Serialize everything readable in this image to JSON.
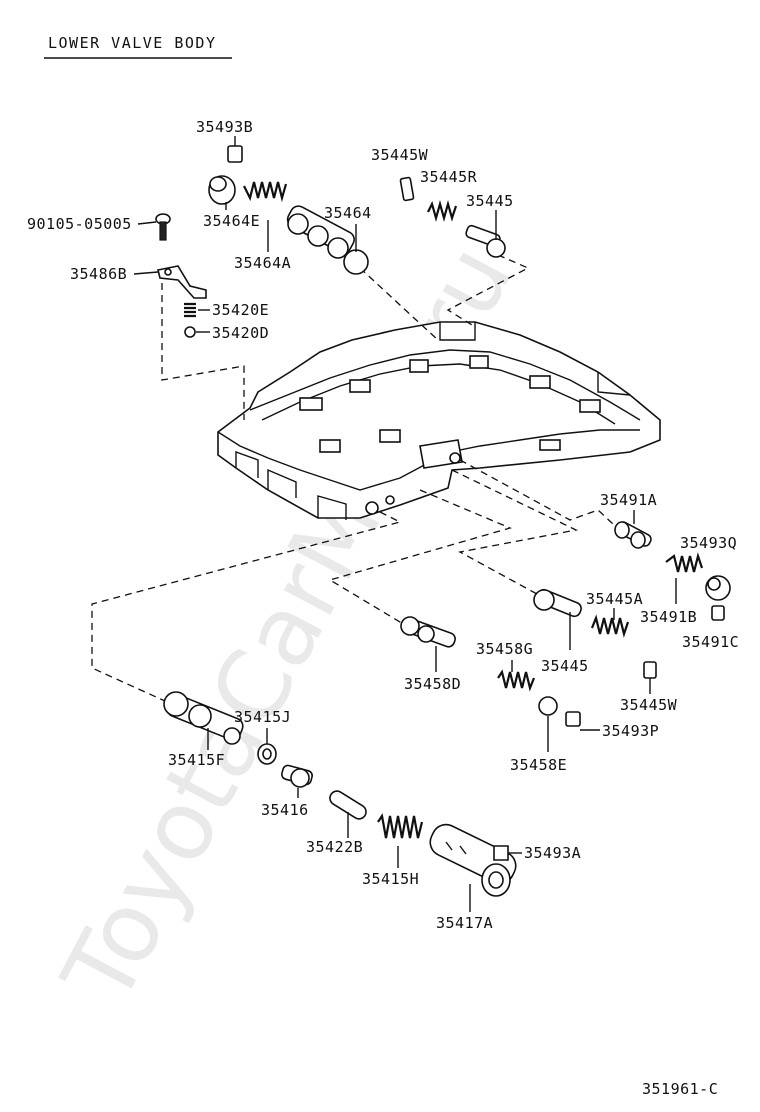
{
  "title": "LOWER VALVE BODY",
  "figure_code": "351961-C",
  "watermark": "ToyotaCarMine.ru",
  "labels": {
    "p35493B": "35493B",
    "p35464E": "35464E",
    "p90105": "90105-05005",
    "p35464A": "35464A",
    "p35464": "35464",
    "p35445W_top": "35445W",
    "p35445R": "35445R",
    "p35445_top": "35445",
    "p35486B": "35486B",
    "p35420E": "35420E",
    "p35420D": "35420D",
    "p35491A": "35491A",
    "p35493Q": "35493Q",
    "p35445A": "35445A",
    "p35491B": "35491B",
    "p35491C": "35491C",
    "p35458G": "35458G",
    "p35445_mid": "35445",
    "p35458D": "35458D",
    "p35445W_bot": "35445W",
    "p35415J": "35415J",
    "p35493P": "35493P",
    "p35458E": "35458E",
    "p35415F": "35415F",
    "p35416": "35416",
    "p35422B": "35422B",
    "p35493A": "35493A",
    "p35415H": "35415H",
    "p35417A": "35417A"
  }
}
